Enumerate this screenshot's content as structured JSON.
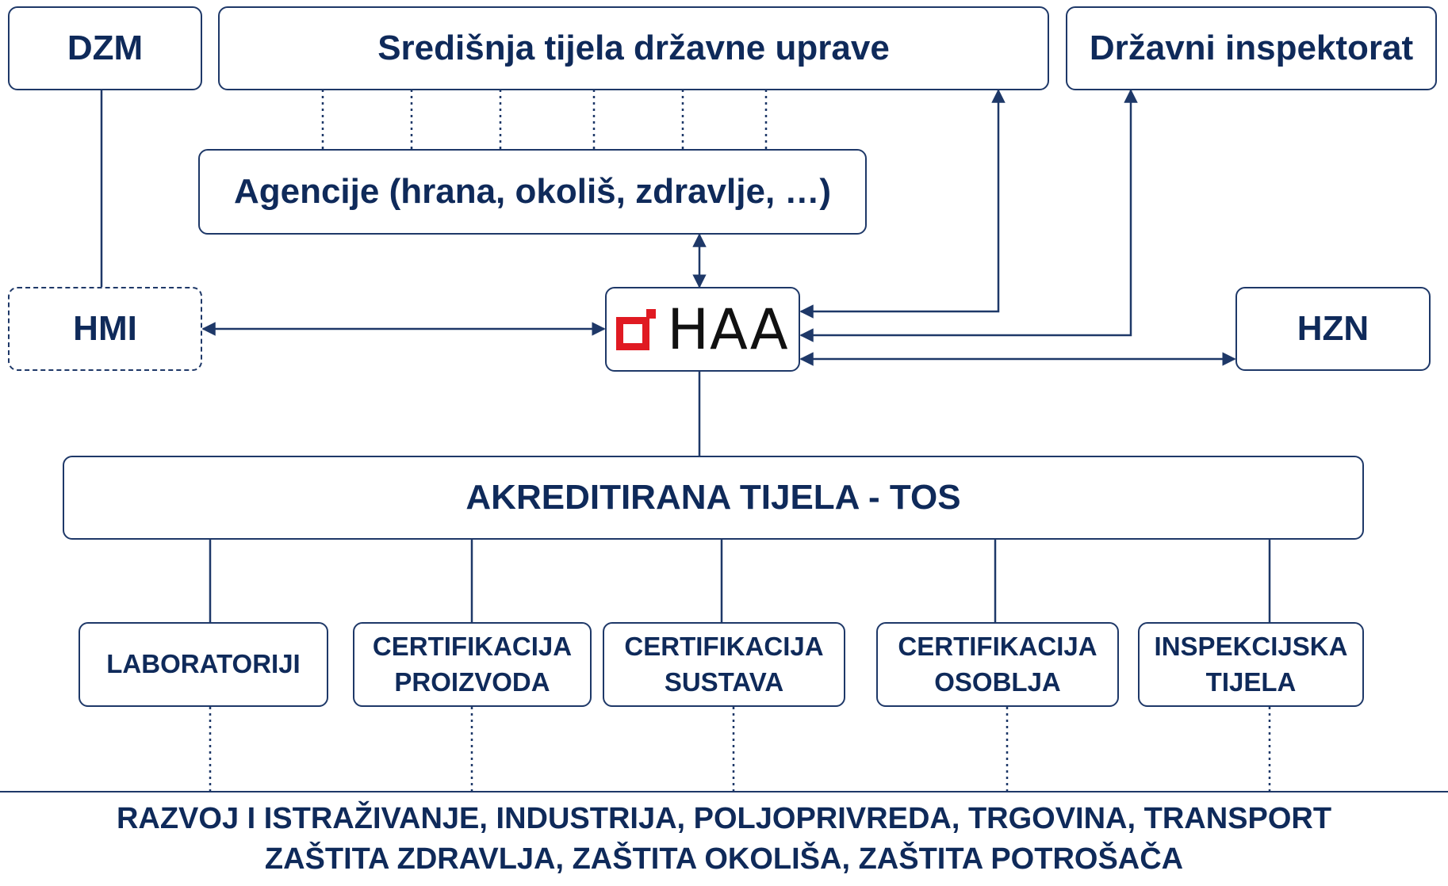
{
  "nodes": {
    "dzm": "DZM",
    "sredisnja": "Središnja tijela državne uprave",
    "inspektorat": "Državni inspektorat",
    "agencije": "Agencije (hrana, okoliš, zdravlje, …)",
    "hmi": "HMI",
    "haa": "HAA",
    "hzn": "HZN",
    "tos": "AKREDITIRANA TIJELA - TOS",
    "laboratoriji": "LABORATORIJI",
    "cert_proizvoda": [
      "CERTIFIKACIJA",
      "PROIZVODA"
    ],
    "cert_sustava": [
      "CERTIFIKACIJA",
      "SUSTAVA"
    ],
    "cert_osoblja": [
      "CERTIFIKACIJA",
      "OSOBLJA"
    ],
    "inspekcijska": [
      "INSPEKCIJSKA",
      "TIJELA"
    ]
  },
  "sectors": [
    "RAZVOJ I ISTRAŽIVANJE, INDUSTRIJA, POLJOPRIVREDA, TRGOVINA, TRANSPORT",
    "ZAŠTITA ZDRAVLJA, ZAŠTITA OKOLIŠA, ZAŠTITA POTROŠAČA"
  ],
  "colors": {
    "navy": "#0f2a5a",
    "line": "#1e3868",
    "logo_red": "#e01a22"
  },
  "icons": {
    "haa_logo": "haa-logo-icon"
  }
}
